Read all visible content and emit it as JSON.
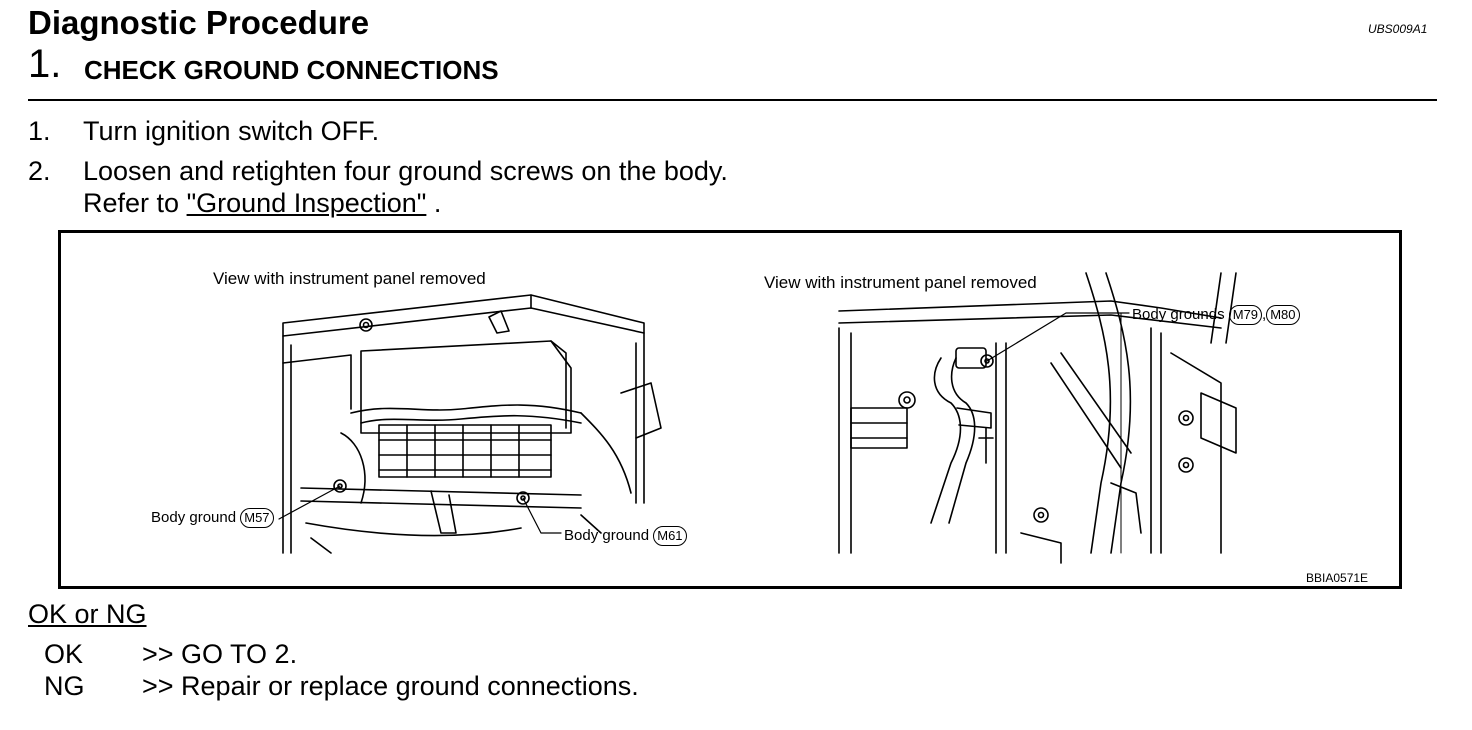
{
  "header": {
    "title": "Diagnostic Procedure",
    "code": "UBS009A1",
    "step_number": "1.",
    "step_title": "CHECK GROUND CONNECTIONS"
  },
  "steps": [
    {
      "num": "1.",
      "text": "Turn ignition switch OFF."
    },
    {
      "num": "2.",
      "text": "Loosen and retighten four ground screws on the body.",
      "refer_prefix": "Refer to",
      "refer_link": "\"Ground Inspection\"",
      "refer_suffix": "."
    }
  ],
  "figure": {
    "left_caption": "View with instrument panel removed",
    "right_caption": "View with instrument panel removed",
    "label_m57": "Body ground",
    "badge_m57": "M57",
    "label_m61": "Body ground",
    "badge_m61": "M61",
    "label_m79_m80": "Body grounds",
    "badge_m79": "M79",
    "badge_m80": "M80",
    "badge_sep": ",",
    "code": "BBIA0571E"
  },
  "results": {
    "heading": "OK or NG",
    "items": [
      {
        "key": "OK",
        "text": ">> GO TO 2."
      },
      {
        "key": "NG",
        "text": ">> Repair or replace ground connections."
      }
    ]
  }
}
